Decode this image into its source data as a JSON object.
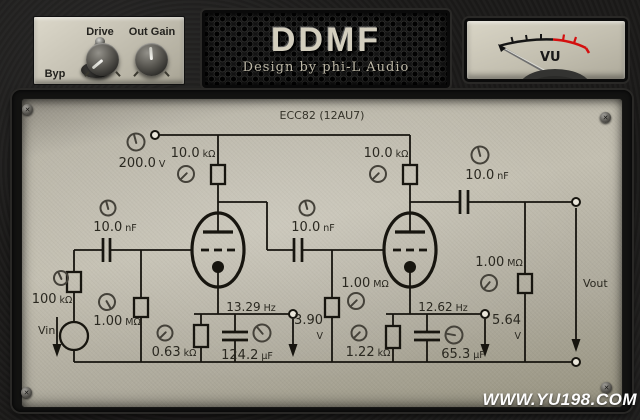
{
  "header": {
    "left_panel": {
      "bypass_label": "Byp",
      "drive_label": "Drive",
      "out_gain_label": "Out Gain"
    },
    "logo": {
      "title": "DDMF",
      "subtitle": "Design by phi-L Audio"
    },
    "vu_meter": {
      "label": "VU"
    }
  },
  "schematic": {
    "title": "ECC82 (12AU7)",
    "supply": {
      "value": "200.0",
      "unit": "V"
    },
    "input": {
      "vin_label": "Vin",
      "series_resistor": {
        "value": "100",
        "unit": "kΩ"
      },
      "coupling_cap": {
        "value": "10.0",
        "unit": "nF"
      },
      "grid_resistor": {
        "value": "1.00",
        "unit": "MΩ"
      }
    },
    "stage1": {
      "plate_resistor": {
        "value": "10.0",
        "unit": "kΩ"
      },
      "cathode_resistor": {
        "value": "0.63",
        "unit": "kΩ"
      },
      "cathode_cap": {
        "value": "124.2",
        "unit": "µF"
      },
      "cutoff_freq": {
        "value": "13.29",
        "unit": "Hz"
      },
      "cathode_voltage": {
        "value": "3.90",
        "unit": "V"
      }
    },
    "coupling": {
      "cap": {
        "value": "10.0",
        "unit": "nF"
      },
      "grid_resistor": {
        "value": "1.00",
        "unit": "MΩ"
      }
    },
    "stage2": {
      "plate_resistor": {
        "value": "10.0",
        "unit": "kΩ"
      },
      "cathode_resistor": {
        "value": "1.22",
        "unit": "kΩ"
      },
      "cathode_cap": {
        "value": "65.3",
        "unit": "µF"
      },
      "cutoff_freq": {
        "value": "12.62",
        "unit": "Hz"
      },
      "cathode_voltage": {
        "value": "5.64",
        "unit": "V"
      }
    },
    "output": {
      "cap": {
        "value": "10.0",
        "unit": "nF"
      },
      "load_resistor": {
        "value": "1.00",
        "unit": "MΩ"
      },
      "vout_label": "Vout"
    }
  },
  "watermark": "WWW.YU198.COM",
  "colors": {
    "panel_face": "#bfbbad",
    "leather_bg": "#1b1a19",
    "circuit_ink": "#17150f",
    "vu_red": "#d40f0f",
    "logo_text": "#d3cebe"
  }
}
